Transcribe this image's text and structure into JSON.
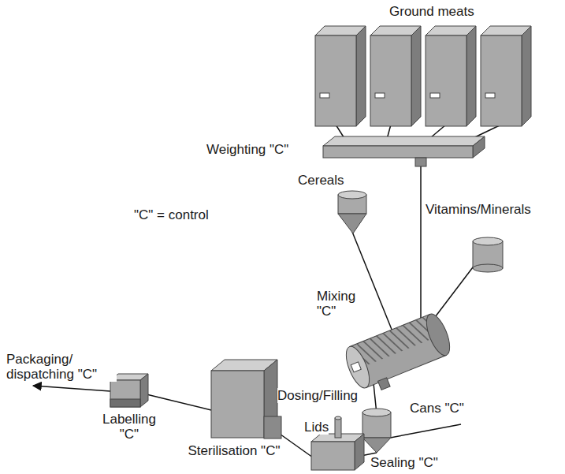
{
  "diagram": {
    "labels": [
      "Ground meats",
      "Weighting \"C\"",
      "Cereals",
      "Vitamins/Minerals",
      "\"C\" = control",
      "Mixing \"C\"",
      "Dosing/Filling",
      "Cans \"C\"",
      "Lids",
      "Sealing \"C\"",
      "Sterilisation \"C\"",
      "Labelling \"C\"",
      "Packaging/ dispatching \"C\""
    ]
  }
}
